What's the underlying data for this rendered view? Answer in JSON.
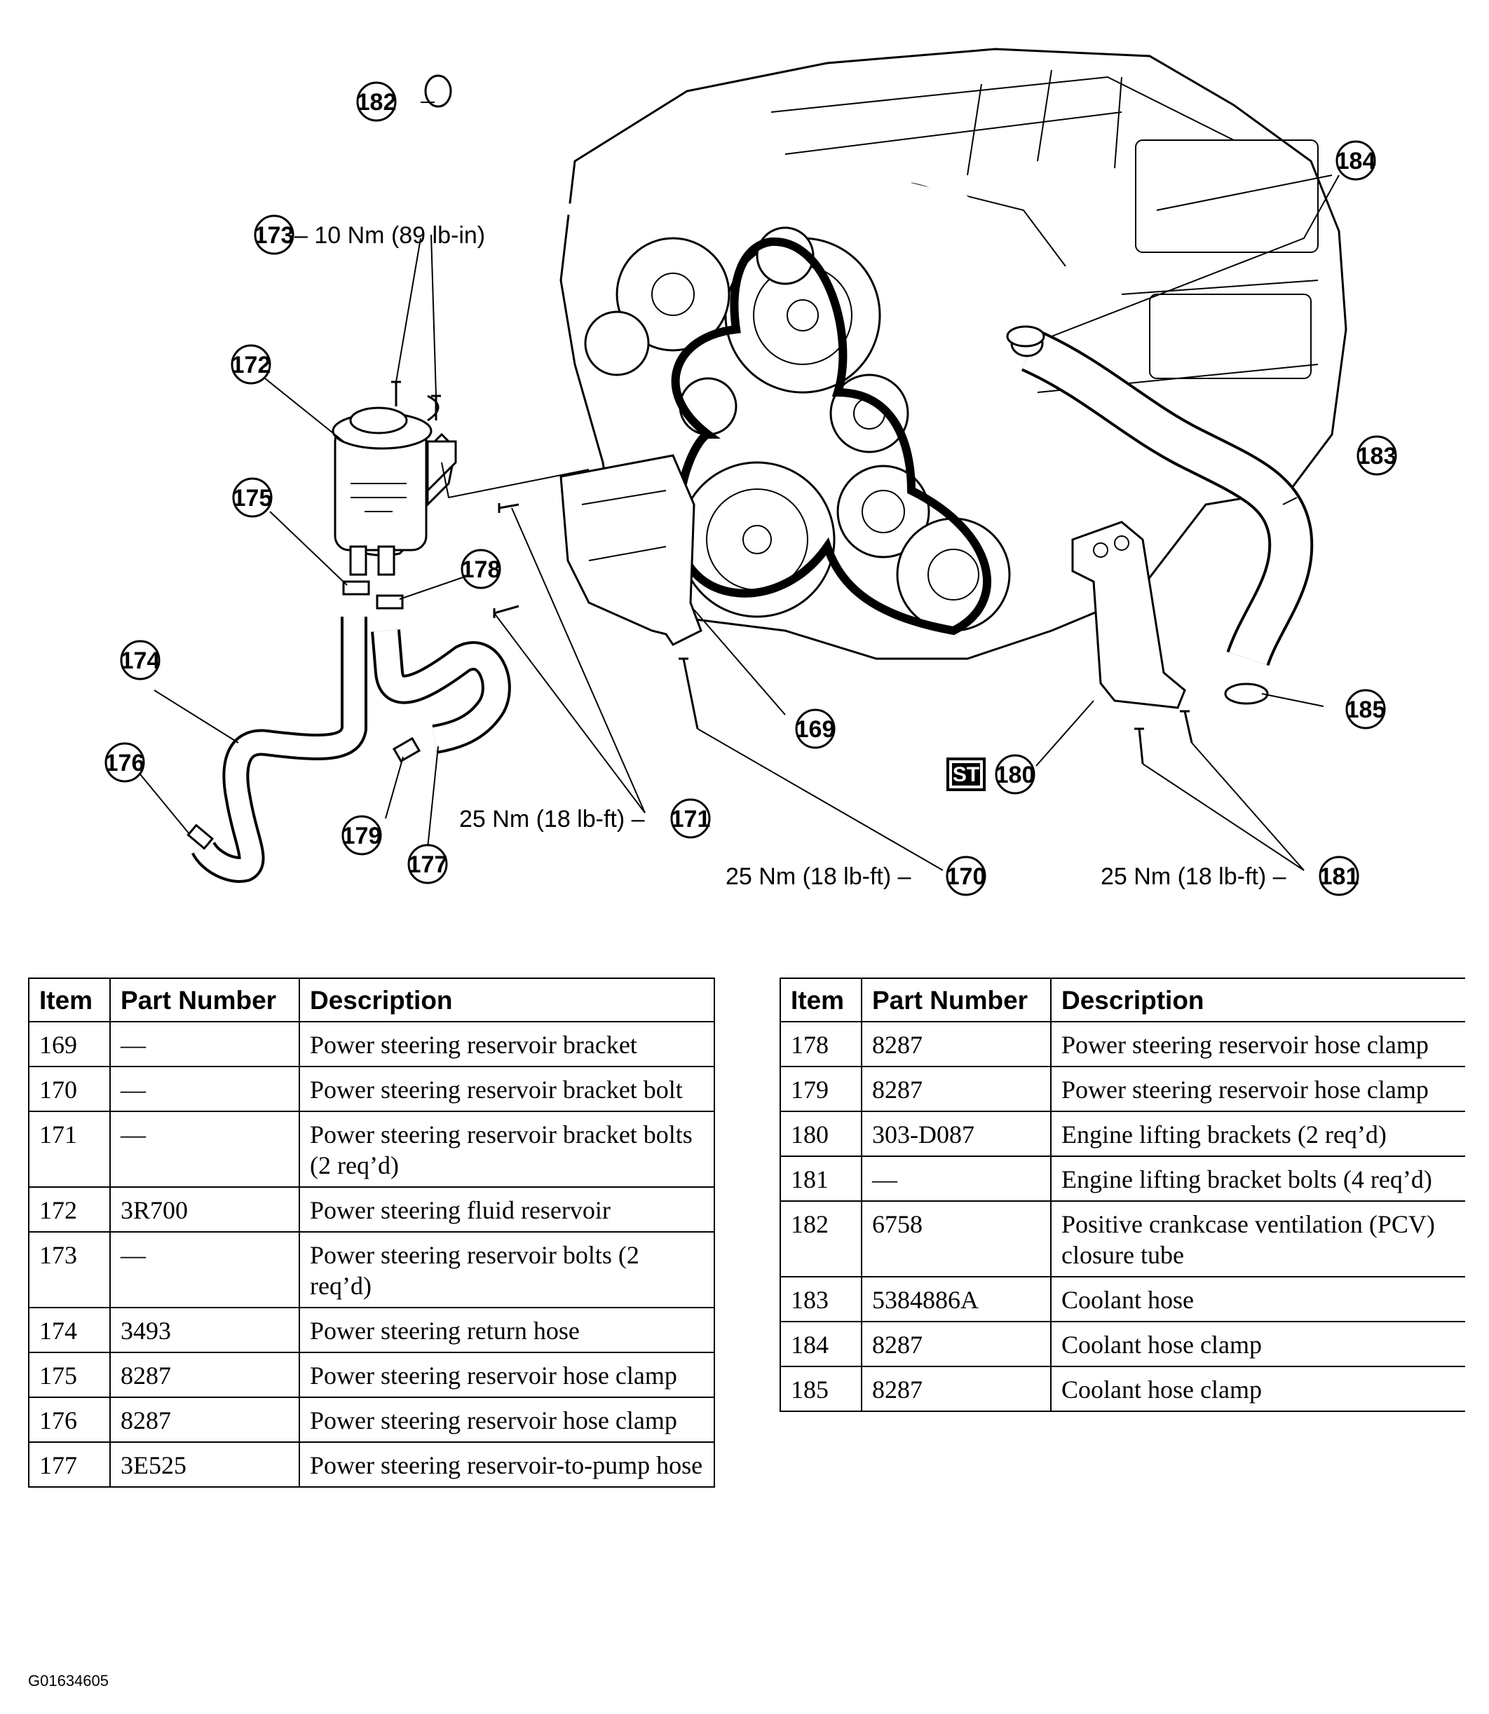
{
  "callouts": {
    "c169": "169",
    "c170": "170",
    "c171": "171",
    "c172": "172",
    "c173": "173",
    "c174": "174",
    "c175": "175",
    "c176": "176",
    "c177": "177",
    "c178": "178",
    "c179": "179",
    "c180": "180",
    "c181": "181",
    "c182": "182",
    "c183": "183",
    "c184": "184",
    "c185": "185",
    "st_badge": "ST"
  },
  "torques": {
    "t173": "– 10 Nm (89 lb-in)",
    "t171": "25 Nm (18 lb-ft) –",
    "t170": "25 Nm (18 lb-ft) –",
    "t181": "25 Nm (18 lb-ft) –"
  },
  "table_headers": {
    "item": "Item",
    "part_number": "Part Number",
    "description": "Description"
  },
  "table_left": [
    {
      "item": "169",
      "part": "—",
      "desc": "Power steering reservoir bracket"
    },
    {
      "item": "170",
      "part": "—",
      "desc": "Power steering reservoir bracket bolt"
    },
    {
      "item": "171",
      "part": "—",
      "desc": "Power steering reservoir bracket bolts (2 req’d)"
    },
    {
      "item": "172",
      "part": "3R700",
      "desc": "Power steering fluid reservoir"
    },
    {
      "item": "173",
      "part": "—",
      "desc": "Power steering reservoir bolts (2 req’d)"
    },
    {
      "item": "174",
      "part": "3493",
      "desc": "Power steering return hose"
    },
    {
      "item": "175",
      "part": "8287",
      "desc": "Power steering reservoir hose clamp"
    },
    {
      "item": "176",
      "part": "8287",
      "desc": "Power steering reservoir hose clamp"
    },
    {
      "item": "177",
      "part": "3E525",
      "desc": "Power steering reservoir-to-pump hose"
    }
  ],
  "table_right": [
    {
      "item": "178",
      "part": "8287",
      "desc": "Power steering reservoir hose clamp"
    },
    {
      "item": "179",
      "part": "8287",
      "desc": "Power steering reservoir hose clamp"
    },
    {
      "item": "180",
      "part": "303-D087",
      "desc": "Engine lifting brackets (2 req’d)"
    },
    {
      "item": "181",
      "part": "—",
      "desc": "Engine lifting bracket bolts (4 req’d)"
    },
    {
      "item": "182",
      "part": "6758",
      "desc": "Positive crankcase ventilation (PCV) closure tube"
    },
    {
      "item": "183",
      "part": "5384886A",
      "desc": "Coolant hose"
    },
    {
      "item": "184",
      "part": "8287",
      "desc": "Coolant hose clamp"
    },
    {
      "item": "185",
      "part": "8287",
      "desc": "Coolant hose clamp"
    }
  ],
  "figure_id": "G01634605"
}
